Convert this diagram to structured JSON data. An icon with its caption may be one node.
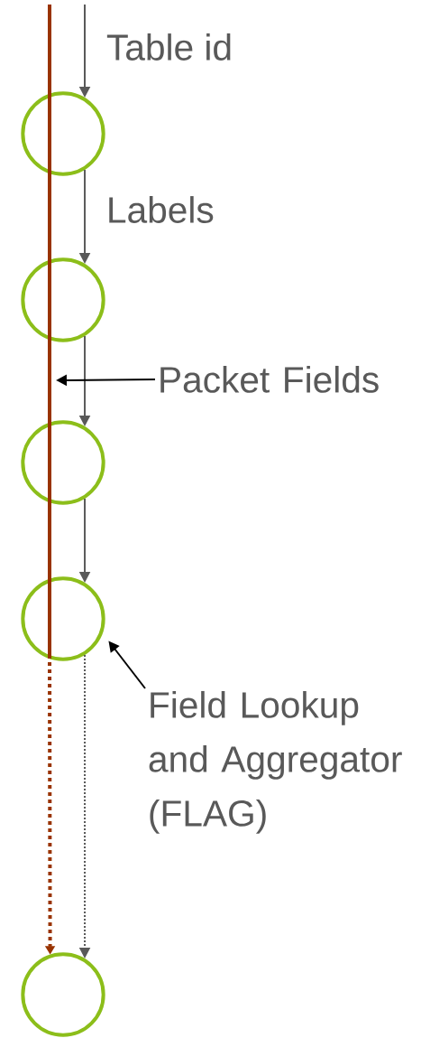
{
  "diagram": {
    "nodes": [
      {
        "text": [],
        "shape": "circle"
      },
      {
        "text": [],
        "shape": "circle"
      },
      {
        "text": [],
        "shape": "circle"
      },
      {
        "text": [],
        "shape": "circle"
      },
      {
        "text": [],
        "shape": "circle"
      },
      {
        "text": [
          "Packet Fields"
        ]
      },
      {
        "text": [
          "Field Lookup and Aggregator (FLAG)"
        ]
      }
    ],
    "edges": [
      {
        "from": null,
        "to": 0,
        "arrow": "to",
        "label": "Table id"
      },
      {
        "from": 0,
        "to": 1,
        "arrow": "to",
        "label": "Labels"
      },
      {
        "from": 1,
        "to": 2,
        "arrow": "to"
      },
      {
        "from": 2,
        "to": 3,
        "arrow": "to"
      },
      {
        "from": 3,
        "to": 4,
        "arrow": "to",
        "style": "dashed"
      },
      {
        "from": null,
        "to": 4,
        "arrow": "to",
        "style": "thick",
        "color": "#993300"
      },
      {
        "from": 5,
        "to": null,
        "arrow": "to",
        "color": "#000000"
      },
      {
        "from": 6,
        "to": 3,
        "arrow": "to",
        "color": "#000000"
      }
    ]
  }
}
